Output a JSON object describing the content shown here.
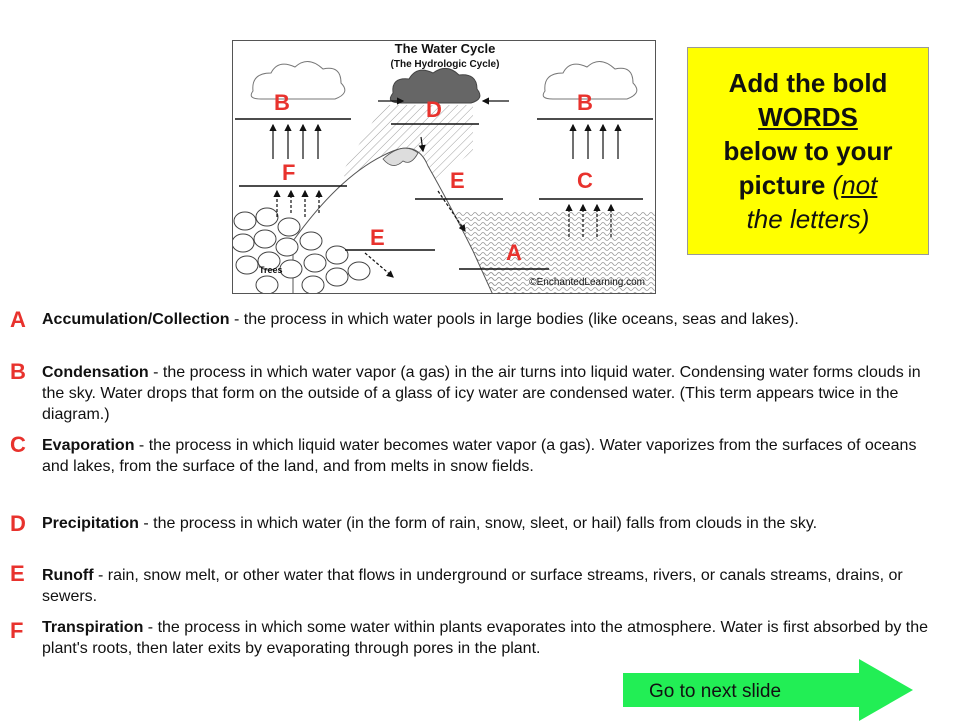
{
  "diagram": {
    "title": "The Water Cycle",
    "subtitle": "(The Hydrologic Cycle)",
    "trees_label": "Trees",
    "copyright": "©EnchantedLearning.com",
    "letters": {
      "b_left": "B",
      "d": "D",
      "b_right": "B",
      "f": "F",
      "e_mid": "E",
      "c": "C",
      "e_low": "E",
      "a": "A"
    }
  },
  "instructions": {
    "line1": "Add the bold",
    "line2": "WORDS",
    "line3": "below to your",
    "line4_bold": "picture",
    "line4_open": " (",
    "line4_not": "not",
    "line5": "the letters)"
  },
  "terms": [
    {
      "letter": "A",
      "term": "Accumulation/Collection",
      "definition": " - the process in which water pools in large bodies (like oceans, seas and lakes)."
    },
    {
      "letter": "B",
      "term": "Condensation",
      "definition": " - the process in which water vapor (a gas) in the air turns into liquid water. Condensing water forms clouds in the sky. Water drops that form on the outside of a glass of icy water are condensed water. (This term appears twice in the diagram.)"
    },
    {
      "letter": "C",
      "term": "Evaporation",
      "definition": " - the process in which liquid water becomes water vapor (a gas). Water vaporizes from the surfaces of oceans and lakes, from the surface of the land, and from melts in snow fields."
    },
    {
      "letter": "D",
      "term": "Precipitation",
      "definition": " - the process in which water (in the form of rain, snow, sleet, or hail) falls from clouds in the sky."
    },
    {
      "letter": "E",
      "term": "Runoff",
      "definition": " - rain, snow melt, or other water that flows in underground or surface streams, rivers, or canals streams, drains, or sewers."
    },
    {
      "letter": "F",
      "term": "Transpiration",
      "definition": " - the process in which some water within plants evaporates into the atmosphere. Water is first absorbed by the plant's roots, then later exits by evaporating through pores in the plant."
    }
  ],
  "next_button": {
    "label": "Go to next slide",
    "color": "#22ee55"
  },
  "colors": {
    "letter_red": "#e8322d",
    "box_yellow": "#ffff00"
  }
}
